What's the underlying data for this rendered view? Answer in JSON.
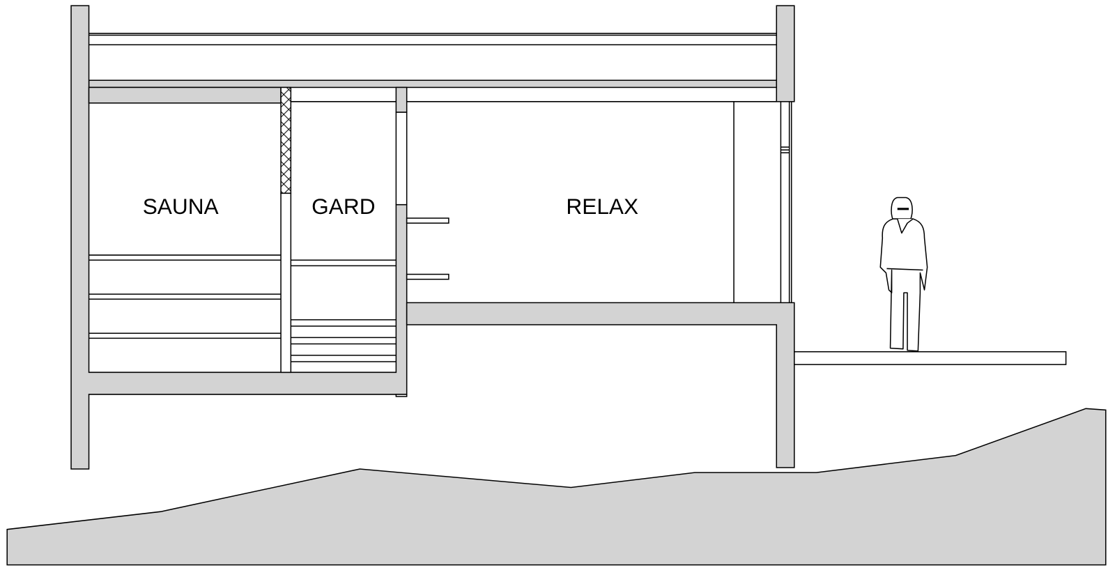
{
  "drawing": {
    "type": "architectural-section",
    "rooms": [
      {
        "label": "SAUNA"
      },
      {
        "label": "GARD"
      },
      {
        "label": "RELAX"
      }
    ],
    "colors": {
      "section_fill": "#d3d3d3",
      "line": "#000000",
      "background": "#ffffff"
    }
  }
}
